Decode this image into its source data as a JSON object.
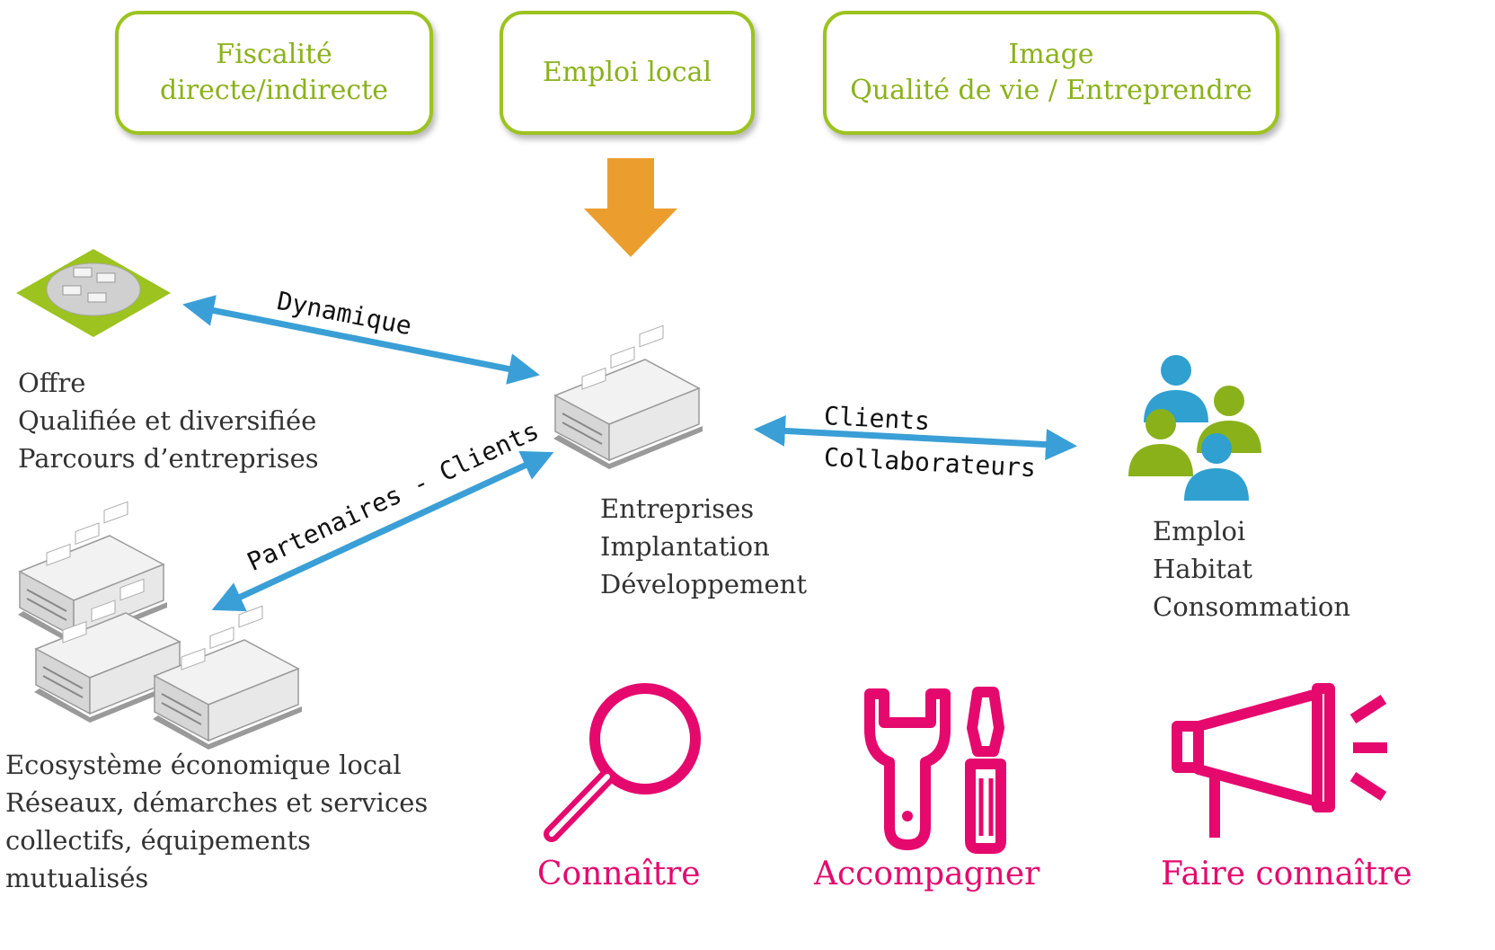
{
  "top_boxes": {
    "fiscalite": {
      "title": "Fiscalité",
      "subtitle": "directe/indirecte"
    },
    "emploi_local": {
      "title": "Emploi local"
    },
    "image": {
      "title": "Image",
      "subtitle": "Qualité de vie / Entreprendre"
    }
  },
  "nodes": {
    "offre": {
      "heading": "Offre",
      "lines": [
        "Qualifiée et diversifiée",
        "Parcours d’entreprises"
      ]
    },
    "entreprises": {
      "heading": "Entreprises",
      "lines": [
        "Implantation",
        "Développement"
      ]
    },
    "emploi": {
      "heading": "Emploi",
      "lines": [
        "Habitat",
        "Consommation"
      ]
    },
    "ecosysteme": {
      "heading": "Ecosystème économique local",
      "lines": [
        "Réseaux, démarches et services",
        "collectifs, équipements",
        "mutualisés"
      ]
    }
  },
  "arrow_labels": {
    "dynamique": "Dynamique",
    "partenaires": "Partenaires - Clients",
    "clients": "Clients",
    "collaborateurs": "Collaborateurs"
  },
  "actions": [
    "Connaître",
    "Accompagner",
    "Faire connaître"
  ],
  "icons": {
    "offre": "zone-plate-icon",
    "entreprises": "building-icon",
    "emploi": "people-icon",
    "ecosysteme": "buildings-icon",
    "connaitre": "magnifier-icon",
    "accompagner": "tools-icon",
    "faire_connaitre": "megaphone-icon"
  },
  "colors": {
    "green": "#9cc31f",
    "blue": "#2fa0d0",
    "magenta": "#e5096e",
    "orange": "#eb9e2e"
  }
}
